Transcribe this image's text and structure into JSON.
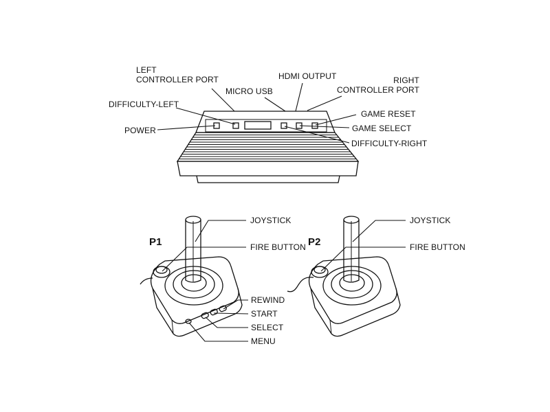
{
  "colors": {
    "ink": "#111111",
    "background": "#ffffff"
  },
  "console": {
    "labels": {
      "left_controller_port_line1": "LEFT",
      "left_controller_port_line2": "CONTROLLER PORT",
      "micro_usb": "MICRO USB",
      "hdmi_output": "HDMI OUTPUT",
      "right_controller_port_line1": "RIGHT",
      "right_controller_port_line2": "CONTROLLER PORT",
      "difficulty_left": "DIFFICULTY-LEFT",
      "power": "POWER",
      "game_reset": "GAME RESET",
      "game_select": "GAME SELECT",
      "difficulty_right": "DIFFICULTY-RIGHT"
    }
  },
  "controller_p1": {
    "player_label": "P1",
    "labels": {
      "joystick": "JOYSTICK",
      "fire_button": "FIRE BUTTON",
      "rewind": "REWIND",
      "start": "START",
      "select": "SELECT",
      "menu": "MENU"
    }
  },
  "controller_p2": {
    "player_label": "P2",
    "labels": {
      "joystick": "JOYSTICK",
      "fire_button": "FIRE BUTTON"
    }
  }
}
